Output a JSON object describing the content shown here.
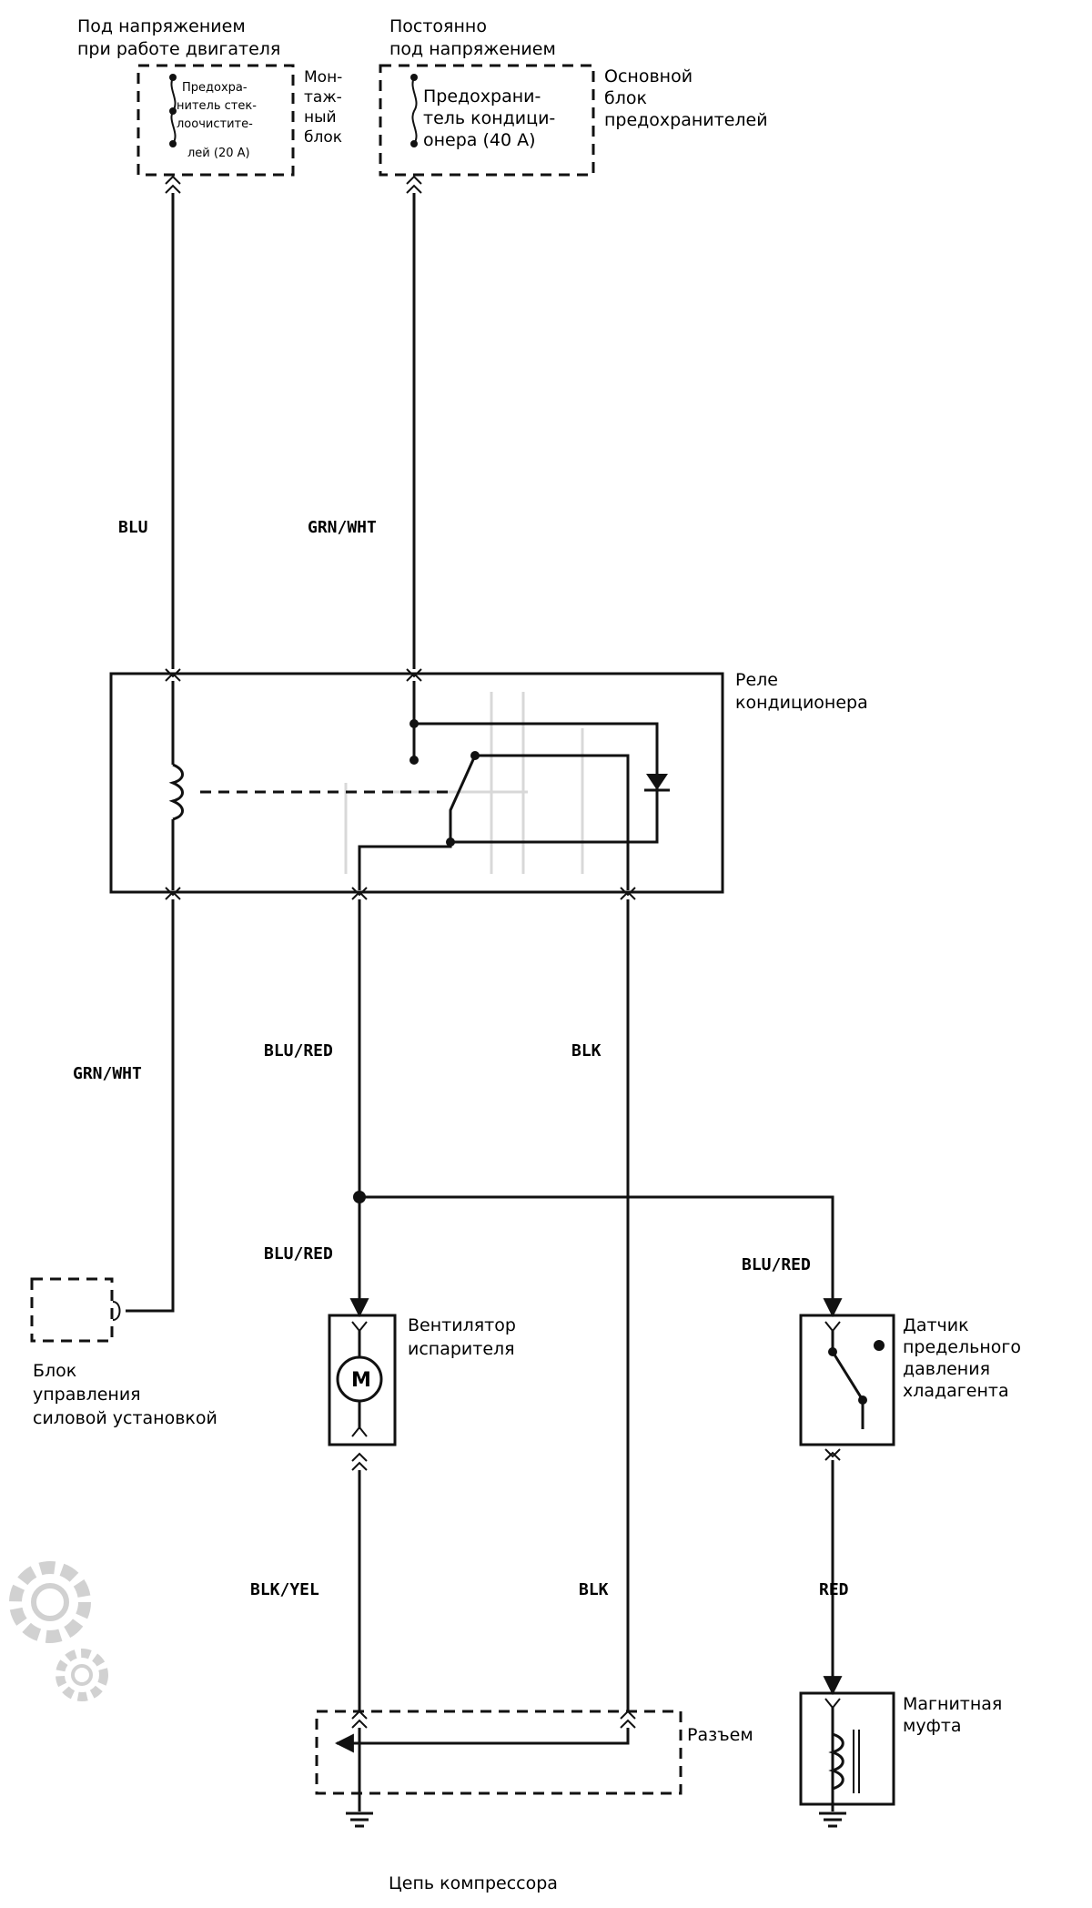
{
  "sources": {
    "left_line1": "Под напряжением",
    "left_line2": "при работе двигателя",
    "right_line1": "Постоянно",
    "right_line2": "под напряжением"
  },
  "fuse_wiper": {
    "lines": [
      "Предохра-",
      "нитель стек-",
      "лоочистите-",
      "лей (20 А)"
    ],
    "block_lines": [
      "Мон-",
      "таж-",
      "ный",
      "блок"
    ]
  },
  "fuse_ac": {
    "lines": [
      "Предохрани-",
      "тель кондици-",
      "онера (40 А)"
    ],
    "block_lines": [
      "Основной",
      "блок",
      "предохранителей"
    ]
  },
  "wires": {
    "blu": "BLU",
    "grn_wht_top": "GRN/WHT",
    "grn_wht_bottom": "GRN/WHT",
    "blu_red_1": "BLU/RED",
    "blu_red_2": "BLU/RED",
    "blu_red_3": "BLU/RED",
    "blk_1": "BLK",
    "blk_2": "BLK",
    "blk_yel": "BLK/YEL",
    "red": "RED"
  },
  "relay": {
    "lines": [
      "Реле",
      "кондиционера"
    ]
  },
  "pcm": {
    "lines": [
      "Блок",
      "управления",
      "силовой установкой"
    ]
  },
  "fan": {
    "lines": [
      "Вентилятор",
      "испарителя"
    ],
    "symbol": "M"
  },
  "pressure_switch": {
    "lines": [
      "Датчик",
      "предельного",
      "давления",
      "хладагента"
    ]
  },
  "clutch": {
    "lines": [
      "Магнитная",
      "муфта"
    ]
  },
  "connector": {
    "label": "Разъем"
  },
  "caption": "Цепь компрессора",
  "icons": [
    "fuse-icon",
    "relay-coil-icon",
    "diode-icon",
    "motor-icon",
    "ground-icon",
    "gear-icon"
  ]
}
